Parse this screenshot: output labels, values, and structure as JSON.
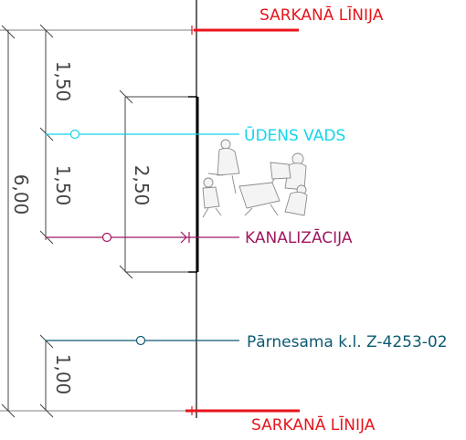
{
  "labels": {
    "red_line_top": "SARKANĀ LĪNIJA",
    "red_line_bottom": "SARKANĀ LĪNIJA",
    "water": "ŪDENS VADS",
    "sewer": "KANALIZĀCIJA",
    "relocated": "Pārnesama k.l. Z-4253-02"
  },
  "dimensions": {
    "top_segment": "1,50",
    "middle_segment": "1,50",
    "overall": "6,00",
    "sewer_depth": "2,50",
    "bottom_segment": "1,00"
  },
  "colors": {
    "red_line": "#e8141b",
    "water": "#12d6ef",
    "sewer": "#a0175f",
    "relocated": "#0c5a71",
    "dimension": "#444444",
    "structure": "#000000"
  },
  "icons": [
    "pedestrians-figure"
  ]
}
